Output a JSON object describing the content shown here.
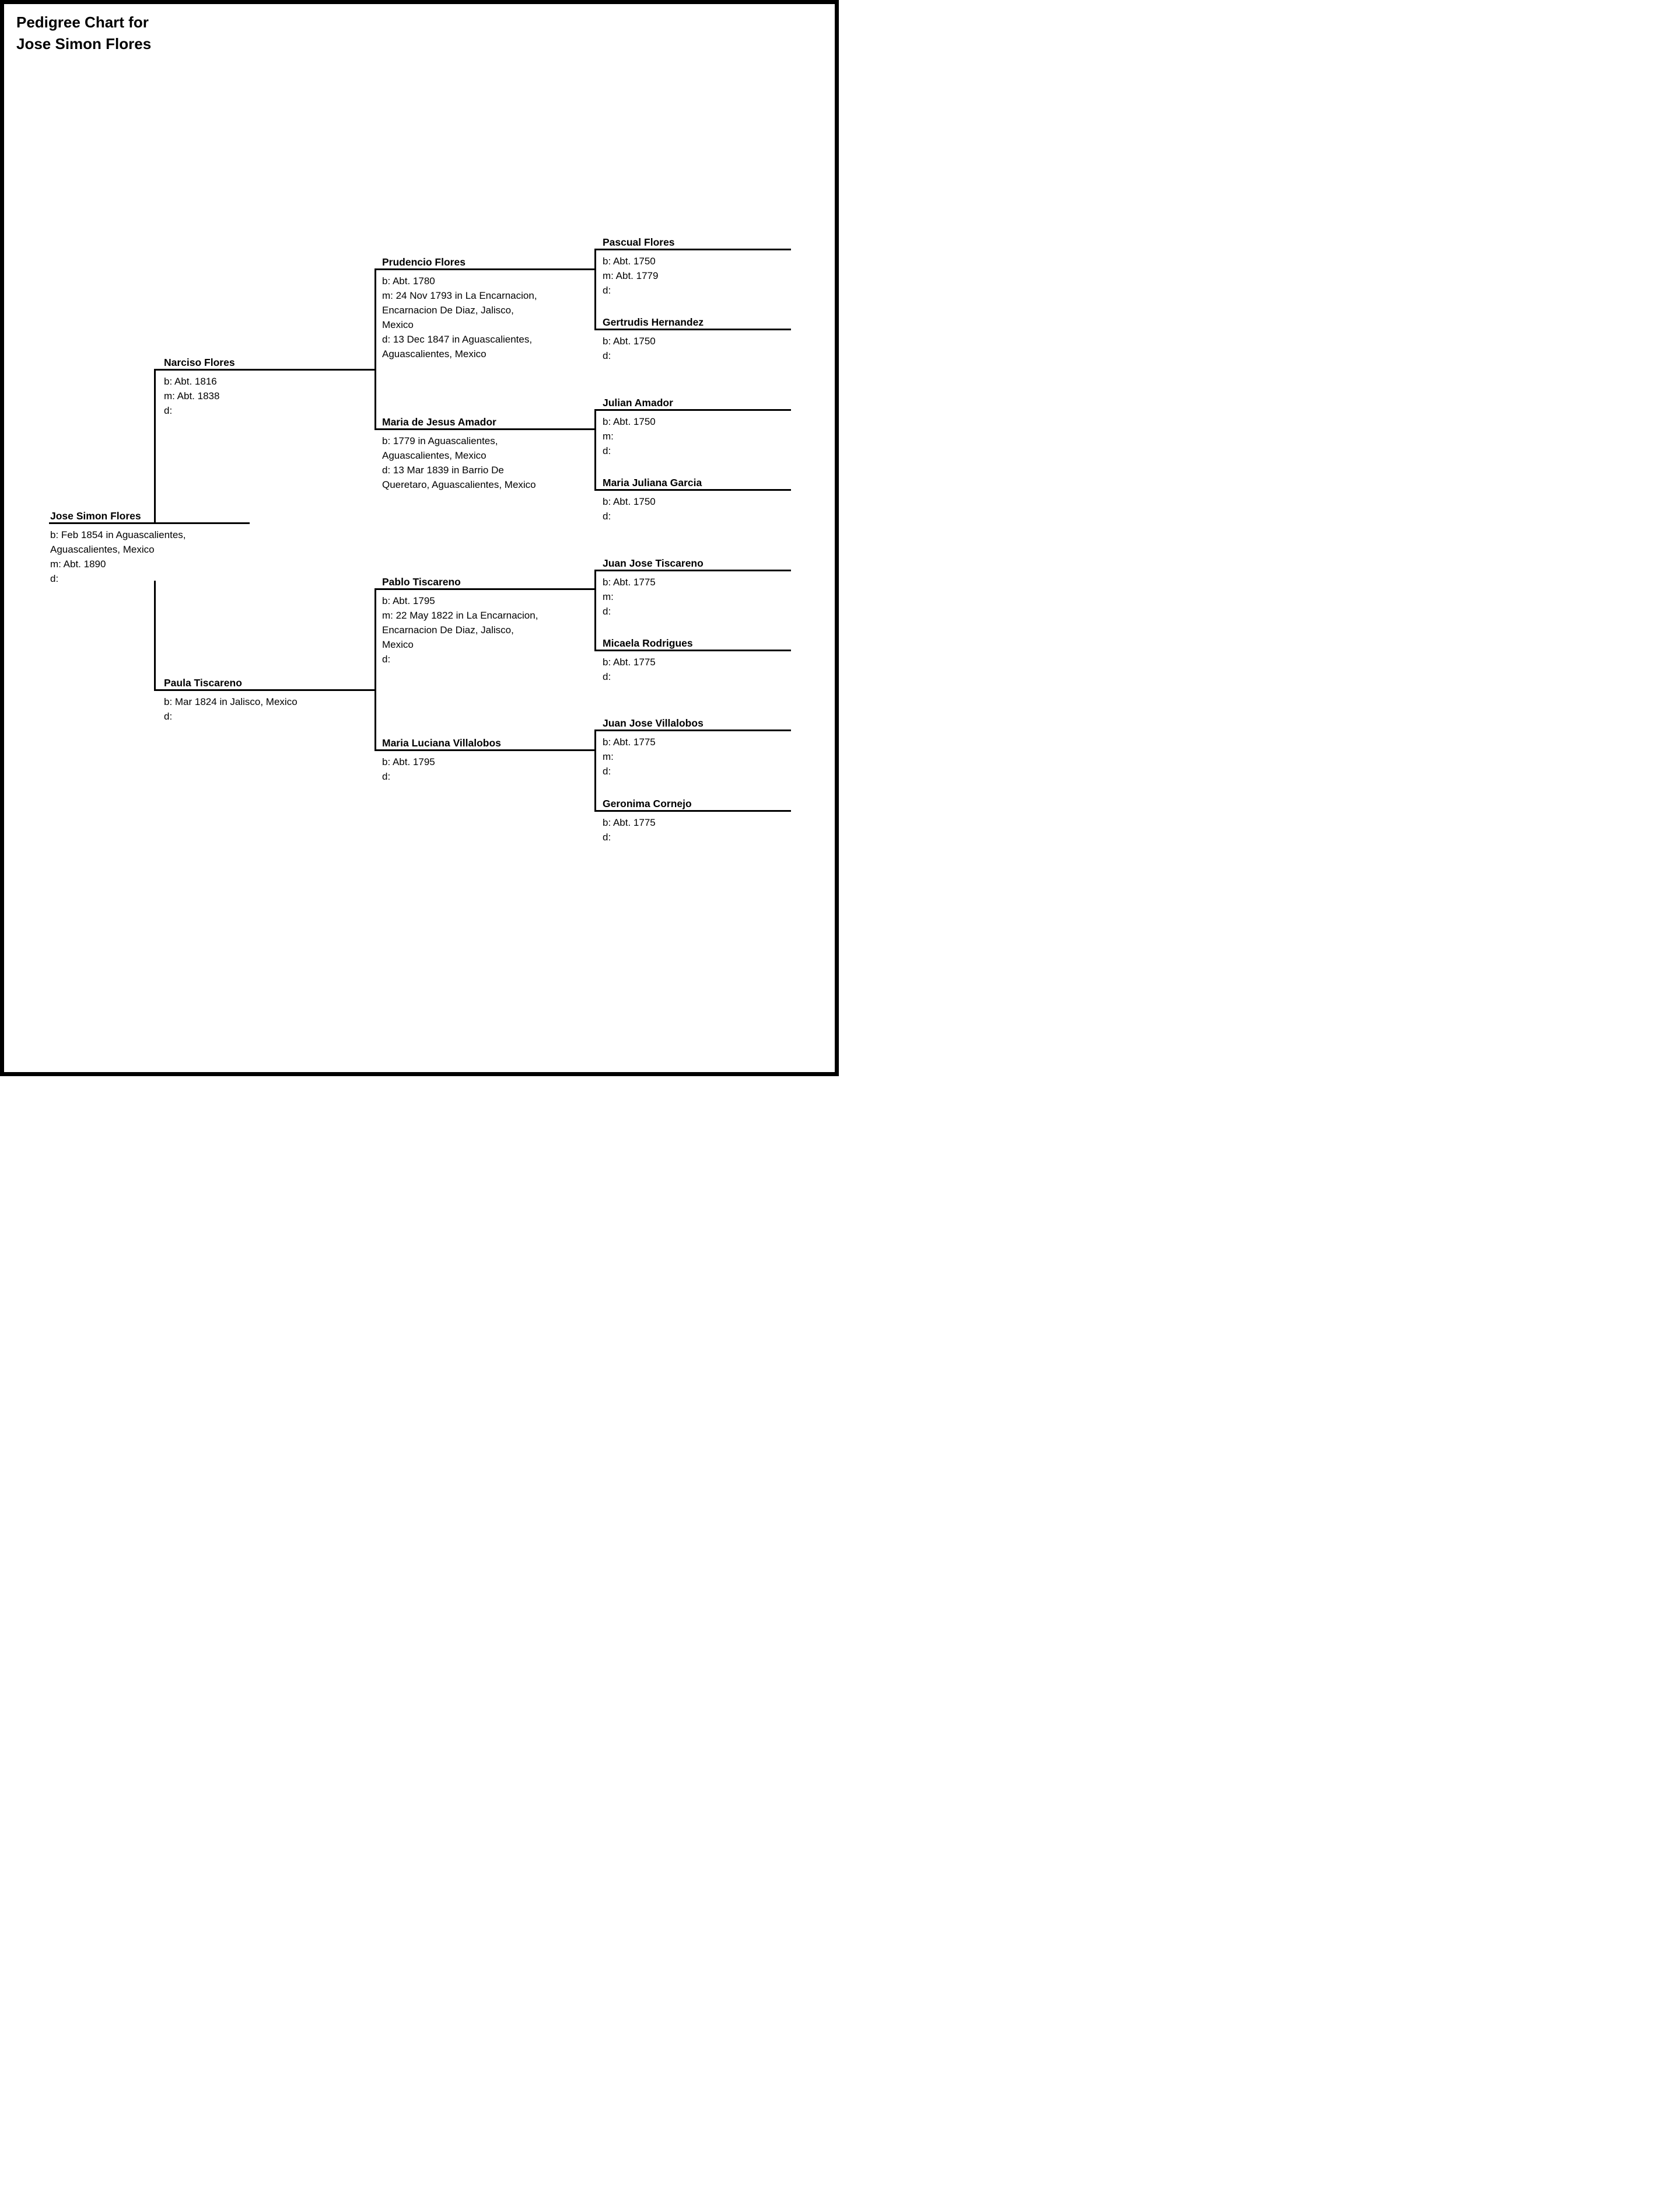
{
  "title": "Pedigree Chart for\nJose Simon Flores",
  "colors": {
    "ink": "#000000",
    "paper": "#ffffff"
  },
  "persons": [
    {
      "generation": 1,
      "role": "subject",
      "name": "Jose Simon Flores",
      "details": "b: Feb 1854 in Aguascalientes,\nAguascalientes, Mexico\nm: Abt. 1890\nd:"
    },
    {
      "generation": 2,
      "role": "father",
      "name": "Narciso Flores",
      "details": "b: Abt. 1816\nm: Abt. 1838\nd:"
    },
    {
      "generation": 2,
      "role": "mother",
      "name": "Paula Tiscareno",
      "details": "b: Mar 1824 in Jalisco, Mexico\nd:"
    },
    {
      "generation": 3,
      "role": "grandfather-paternal",
      "name": "Prudencio Flores",
      "details": "b: Abt. 1780\nm: 24 Nov 1793 in La Encarnacion,\nEncarnacion De Diaz, Jalisco,\nMexico\nd: 13 Dec 1847 in Aguascalientes,\nAguascalientes, Mexico"
    },
    {
      "generation": 3,
      "role": "grandmother-paternal",
      "name": "Maria de Jesus Amador",
      "details": "b: 1779 in Aguascalientes,\nAguascalientes, Mexico\nd: 13 Mar 1839 in Barrio De\nQueretaro, Aguascalientes, Mexico"
    },
    {
      "generation": 3,
      "role": "grandfather-maternal",
      "name": "Pablo Tiscareno",
      "details": "b: Abt. 1795\nm: 22 May 1822 in La Encarnacion,\nEncarnacion De Diaz, Jalisco,\nMexico\nd:"
    },
    {
      "generation": 3,
      "role": "grandmother-maternal",
      "name": "Maria Luciana Villalobos",
      "details": "b: Abt. 1795\nd:"
    },
    {
      "generation": 4,
      "role": "great-grandfather",
      "name": "Pascual Flores",
      "details": "b: Abt. 1750\nm: Abt. 1779\nd:"
    },
    {
      "generation": 4,
      "role": "great-grandmother",
      "name": "Gertrudis Hernandez",
      "details": "b: Abt. 1750\nd:"
    },
    {
      "generation": 4,
      "role": "great-grandfather",
      "name": "Julian Amador",
      "details": "b: Abt. 1750\nm:\nd:"
    },
    {
      "generation": 4,
      "role": "great-grandmother",
      "name": "Maria Juliana Garcia",
      "details": "b: Abt. 1750\nd:"
    },
    {
      "generation": 4,
      "role": "great-grandfather",
      "name": "Juan Jose Tiscareno",
      "details": "b: Abt. 1775\nm:\nd:"
    },
    {
      "generation": 4,
      "role": "great-grandmother",
      "name": "Micaela Rodrigues",
      "details": "b: Abt. 1775\nd:"
    },
    {
      "generation": 4,
      "role": "great-grandfather",
      "name": "Juan Jose Villalobos",
      "details": "b: Abt. 1775\nm:\nd:"
    },
    {
      "generation": 4,
      "role": "great-grandmother",
      "name": "Geronima Cornejo",
      "details": "b: Abt. 1775\nd:"
    }
  ]
}
